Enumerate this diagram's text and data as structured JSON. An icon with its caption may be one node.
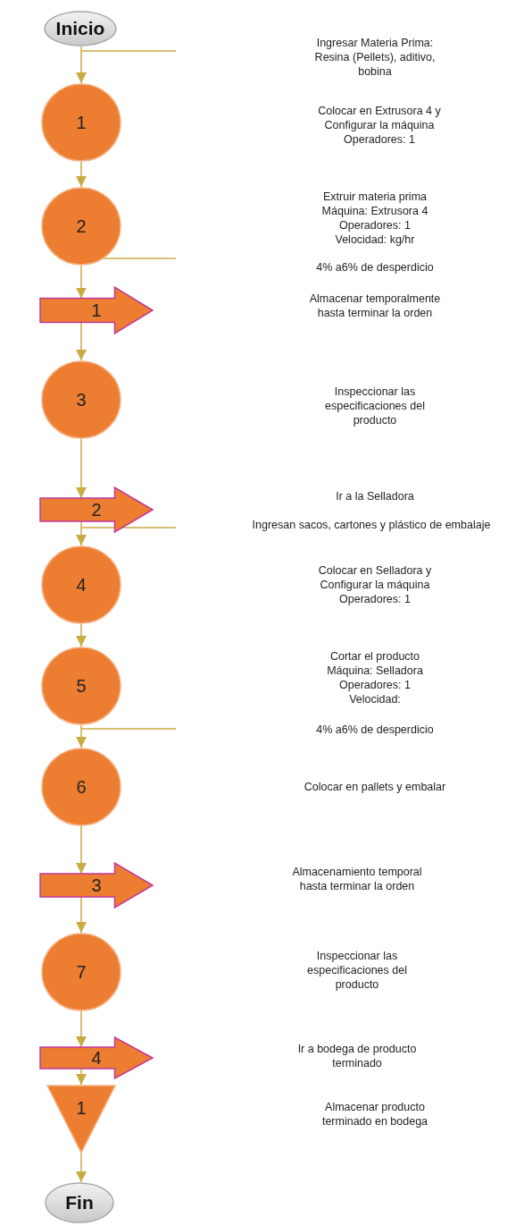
{
  "diagram": {
    "nodes": [
      {
        "text": [
          "Inicio"
        ]
      },
      {
        "text": [
          "1"
        ]
      },
      {
        "text": [
          "2"
        ]
      },
      {
        "text": [
          "1"
        ]
      },
      {
        "text": [
          "3"
        ]
      },
      {
        "text": [
          "2"
        ]
      },
      {
        "text": [
          "4"
        ]
      },
      {
        "text": [
          "5"
        ]
      },
      {
        "text": [
          "6"
        ]
      },
      {
        "text": [
          "3"
        ]
      },
      {
        "text": [
          "7"
        ]
      },
      {
        "text": [
          "4"
        ]
      },
      {
        "text": [
          "1"
        ]
      },
      {
        "text": [
          "Fin"
        ]
      }
    ],
    "edges": [
      {
        "from": 0,
        "to": 1,
        "arrow": "to"
      },
      {
        "from": 1,
        "to": 2,
        "arrow": "to"
      },
      {
        "from": 2,
        "to": 3,
        "arrow": "to"
      },
      {
        "from": 3,
        "to": 4,
        "arrow": "to"
      },
      {
        "from": 4,
        "to": 5,
        "arrow": "to"
      },
      {
        "from": 5,
        "to": 6,
        "arrow": "to"
      },
      {
        "from": 6,
        "to": 7,
        "arrow": "to"
      },
      {
        "from": 7,
        "to": 8,
        "arrow": "to"
      },
      {
        "from": 8,
        "to": 9,
        "arrow": "to"
      },
      {
        "from": 9,
        "to": 10,
        "arrow": "to"
      },
      {
        "from": 10,
        "to": 11,
        "arrow": "to"
      },
      {
        "from": 11,
        "to": 12,
        "arrow": "to"
      },
      {
        "from": 12,
        "to": 13,
        "arrow": "to"
      }
    ],
    "labels": [
      "Ingresar Materia Prima: Resina (Pellets), aditivo, bobina",
      "Colocar en Extrusora 4 y Configurar la máquina Operadores: 1",
      "Extruir materia prima Máquina: Extrusora 4 Operadores: 1 Velocidad: kg/hr",
      "4% a6% de desperdicio",
      "Almacenar temporalmente hasta terminar la orden",
      "Inspeccionar las especificaciones del producto",
      "Ir a la Selladora",
      "Ingresan sacos, cartones y plástico de embalaje",
      "Colocar en Selladora y Configurar la máquina Operadores: 1",
      "Cortar el producto Máquina: Selladora Operadores: 1 Velocidad:",
      "4% a6% de desperdicio",
      "Colocar en pallets y embalar",
      "Almacenamiento temporal hasta terminar la orden",
      "Inspeccionar las especificaciones del producto",
      "Ir a bodega de producto terminado",
      "Almacenar producto terminado en bodega"
    ]
  }
}
